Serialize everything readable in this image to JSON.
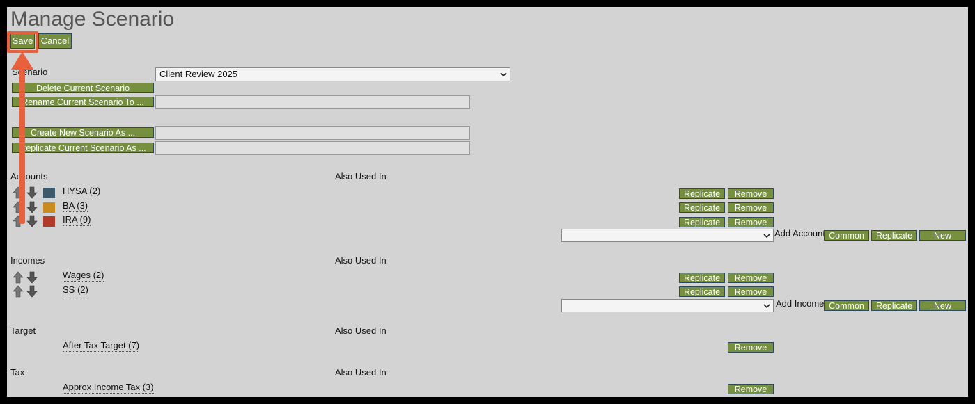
{
  "title": "Manage Scenario",
  "toolbar": {
    "save_label": "Save",
    "cancel_label": "Cancel"
  },
  "scenario": {
    "label": "Scenario",
    "selected": "Client Review 2025",
    "delete_label": "Delete Current Scenario",
    "rename_label": "Rename Current Scenario To ...",
    "create_label": "Create New Scenario As ...",
    "replicate_label": "Replicate Current Scenario As ..."
  },
  "also_used_in": "Also Used In",
  "accounts": {
    "heading": "Accounts",
    "items": [
      {
        "name": "HYSA (2)",
        "color": "#3d5a6c"
      },
      {
        "name": "BA (3)",
        "color": "#c98a1f"
      },
      {
        "name": "IRA (9)",
        "color": "#b23a2a"
      }
    ],
    "add_label": "Add Account"
  },
  "incomes": {
    "heading": "Incomes",
    "items": [
      {
        "name": "Wages (2)"
      },
      {
        "name": "SS (2)"
      }
    ],
    "add_label": "Add Income"
  },
  "target": {
    "heading": "Target",
    "item": "After Tax Target (7)"
  },
  "tax": {
    "heading": "Tax",
    "item": "Approx Income Tax (3)"
  },
  "actions": {
    "replicate": "Replicate",
    "remove": "Remove",
    "common": "Common",
    "new": "New"
  },
  "colors": {
    "button_green": "#769040",
    "panel_bg": "#d3d3d3",
    "highlight": "#e8603c"
  },
  "icons": [
    "move-up-icon",
    "move-down-icon",
    "chevron-down-icon",
    "arrow-up-pointer"
  ]
}
